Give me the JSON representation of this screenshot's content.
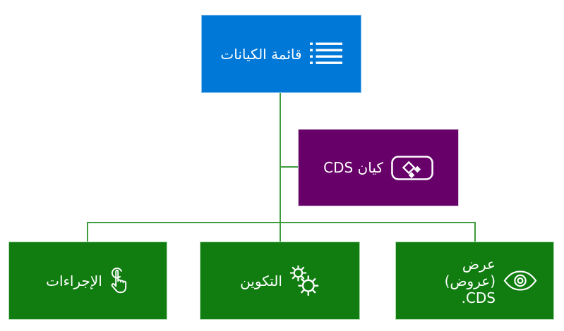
{
  "diagram": {
    "background_color": "#FFFFFF",
    "connector_color": "#3E9B3E",
    "text_color": "#FFFFFF",
    "nodes": {
      "entity_list": {
        "label": "قائمة الكيانات",
        "fill": "#0078D7",
        "border": "#8BC0EA",
        "icon": "list-icon"
      },
      "cds_entity": {
        "label": "كيان CDS",
        "fill": "#670169",
        "border": "#D9C9DA",
        "icon": "power-apps-icon"
      },
      "actions": {
        "label": "الإجراءات",
        "fill": "#117D11",
        "border": "#ACD9AC",
        "icon": "tap-hand-icon"
      },
      "configuration": {
        "label": "التكوين",
        "fill": "#117D11",
        "border": "#ACD9AC",
        "icon": "gears-icon"
      },
      "cds_views": {
        "label": "عرض (عروض) CDS.",
        "fill": "#117D11",
        "border": "#ACD9AC",
        "icon": "eye-icon"
      }
    },
    "edges": [
      {
        "from": "entity_list",
        "to": "cds_entity"
      },
      {
        "from": "entity_list",
        "to": "actions"
      },
      {
        "from": "entity_list",
        "to": "configuration"
      },
      {
        "from": "entity_list",
        "to": "cds_views"
      }
    ]
  }
}
